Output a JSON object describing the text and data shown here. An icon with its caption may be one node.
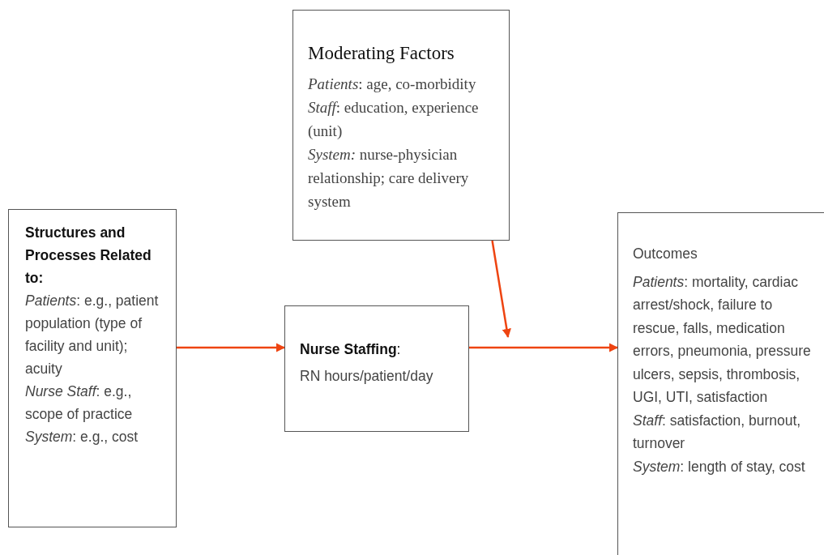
{
  "diagram": {
    "nodes": [
      {
        "text": [
          "Structures and Processes Related to:",
          "*Patients*: e.g., patient population (type of facility and unit); acuity",
          "*Nurse Staff*: e.g., scope of practice",
          "*System*: e.g., cost"
        ]
      },
      {
        "text": [
          "Moderating Factors",
          "*Patients*: age, co-morbidity",
          "*Staff*: education, experience (unit)",
          "*System:* nurse-physician relationship; care delivery system"
        ]
      },
      {
        "text": [
          "**Nurse Staffing**:",
          "RN hours/patient/day"
        ]
      },
      {
        "text": [
          "Outcomes",
          "*Patients*: mortality, cardiac arrest/shock, failure to rescue, falls, medication errors, pneumonia, pressure ulcers, sepsis, thrombosis, UGI, UTI, satisfaction",
          "*Staff*: satisfaction, burnout, turnover",
          "*System*: length of stay, cost"
        ]
      }
    ],
    "edges": [
      {
        "from": 0,
        "to": 2,
        "arrow": "to"
      },
      {
        "from": 2,
        "to": 3,
        "arrow": "to"
      },
      {
        "from": 1,
        "to": null,
        "arrow": "to"
      }
    ]
  }
}
